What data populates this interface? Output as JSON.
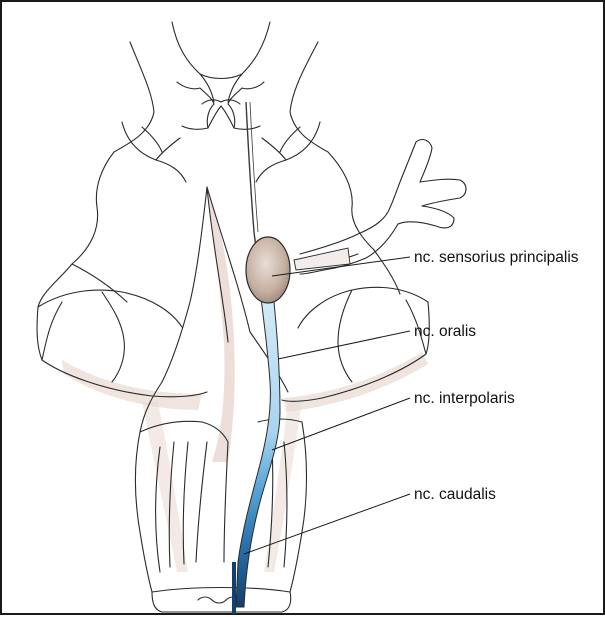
{
  "labels": {
    "sensorius": "nc. sensorius principalis",
    "oralis": "nc. oralis",
    "interpolaris": "nc. interpolaris",
    "caudalis": "nc. caudalis"
  },
  "colors": {
    "outline": "#2a2a2a",
    "shading": "#ead8d2",
    "principal_nucleus": "#c9b6a8",
    "oralis_column": "#bfe0f2",
    "interpolaris_column": "#6fb4dd",
    "caudalis_column": "#1e5f95",
    "nerve_root": "#f2ecea"
  }
}
